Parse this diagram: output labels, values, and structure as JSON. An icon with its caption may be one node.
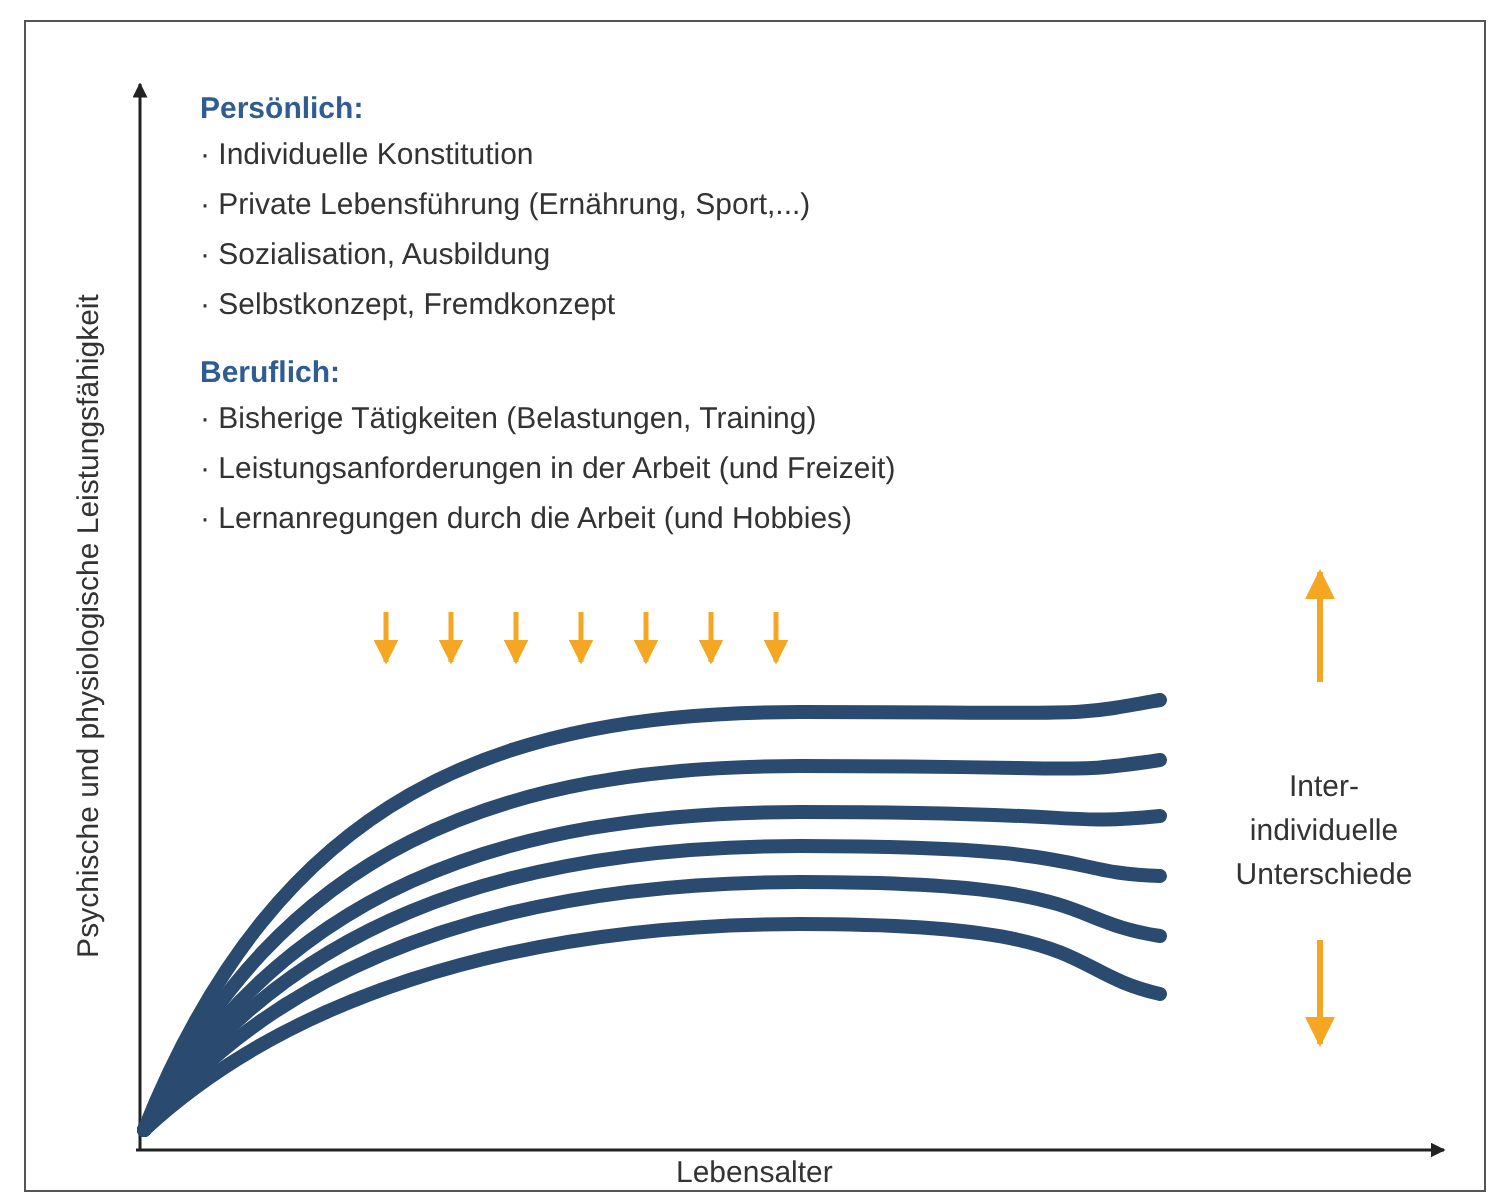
{
  "diagram": {
    "labels": [
      "Persönlich:",
      "· Individuelle Konstitution",
      "· Private Lebensführung (Ernährung, Sport,...)",
      "· Sozialisation, Ausbildung",
      "· Selbstkonzept, Fremdkonzept",
      "Beruflich:",
      "· Bisherige Tätigkeiten (Belastungen, Training)",
      "· Leistungsanforderungen in der Arbeit (und Freizeit)",
      "· Lernanregungen durch die Arbeit (und Hobbies)",
      "Inter- individuelle Unterschiede",
      "Psychische und physiologische Leistungsfähigkeit",
      "Lebensalter"
    ]
  }
}
